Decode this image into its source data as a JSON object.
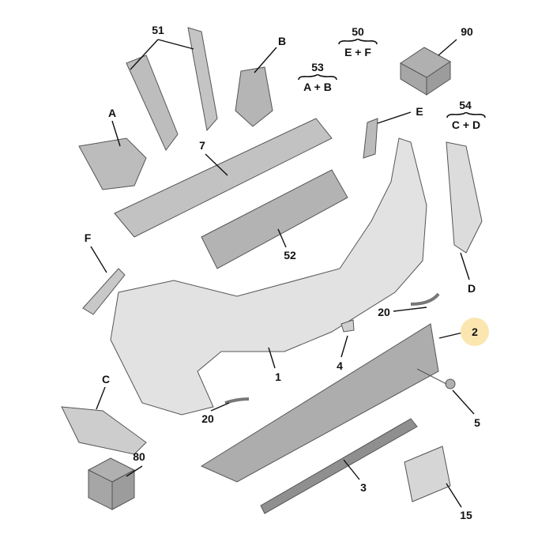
{
  "highlight_color": "#fbe6b0",
  "callouts": [
    {
      "id": "51",
      "text": "51"
    },
    {
      "id": "B",
      "text": "B"
    },
    {
      "id": "90",
      "text": "90"
    },
    {
      "id": "A",
      "text": "A"
    },
    {
      "id": "E",
      "text": "E"
    },
    {
      "id": "7",
      "text": "7"
    },
    {
      "id": "F",
      "text": "F"
    },
    {
      "id": "52",
      "text": "52"
    },
    {
      "id": "D",
      "text": "D"
    },
    {
      "id": "20a",
      "text": "20"
    },
    {
      "id": "2",
      "text": "2",
      "highlighted": true
    },
    {
      "id": "4",
      "text": "4"
    },
    {
      "id": "1",
      "text": "1"
    },
    {
      "id": "5",
      "text": "5"
    },
    {
      "id": "C",
      "text": "C"
    },
    {
      "id": "20b",
      "text": "20"
    },
    {
      "id": "80",
      "text": "80"
    },
    {
      "id": "3",
      "text": "3"
    },
    {
      "id": "15",
      "text": "15"
    }
  ],
  "kits": [
    {
      "number": "50",
      "contents": "E + F"
    },
    {
      "number": "53",
      "contents": "A + B"
    },
    {
      "number": "54",
      "contents": "C + D"
    }
  ]
}
